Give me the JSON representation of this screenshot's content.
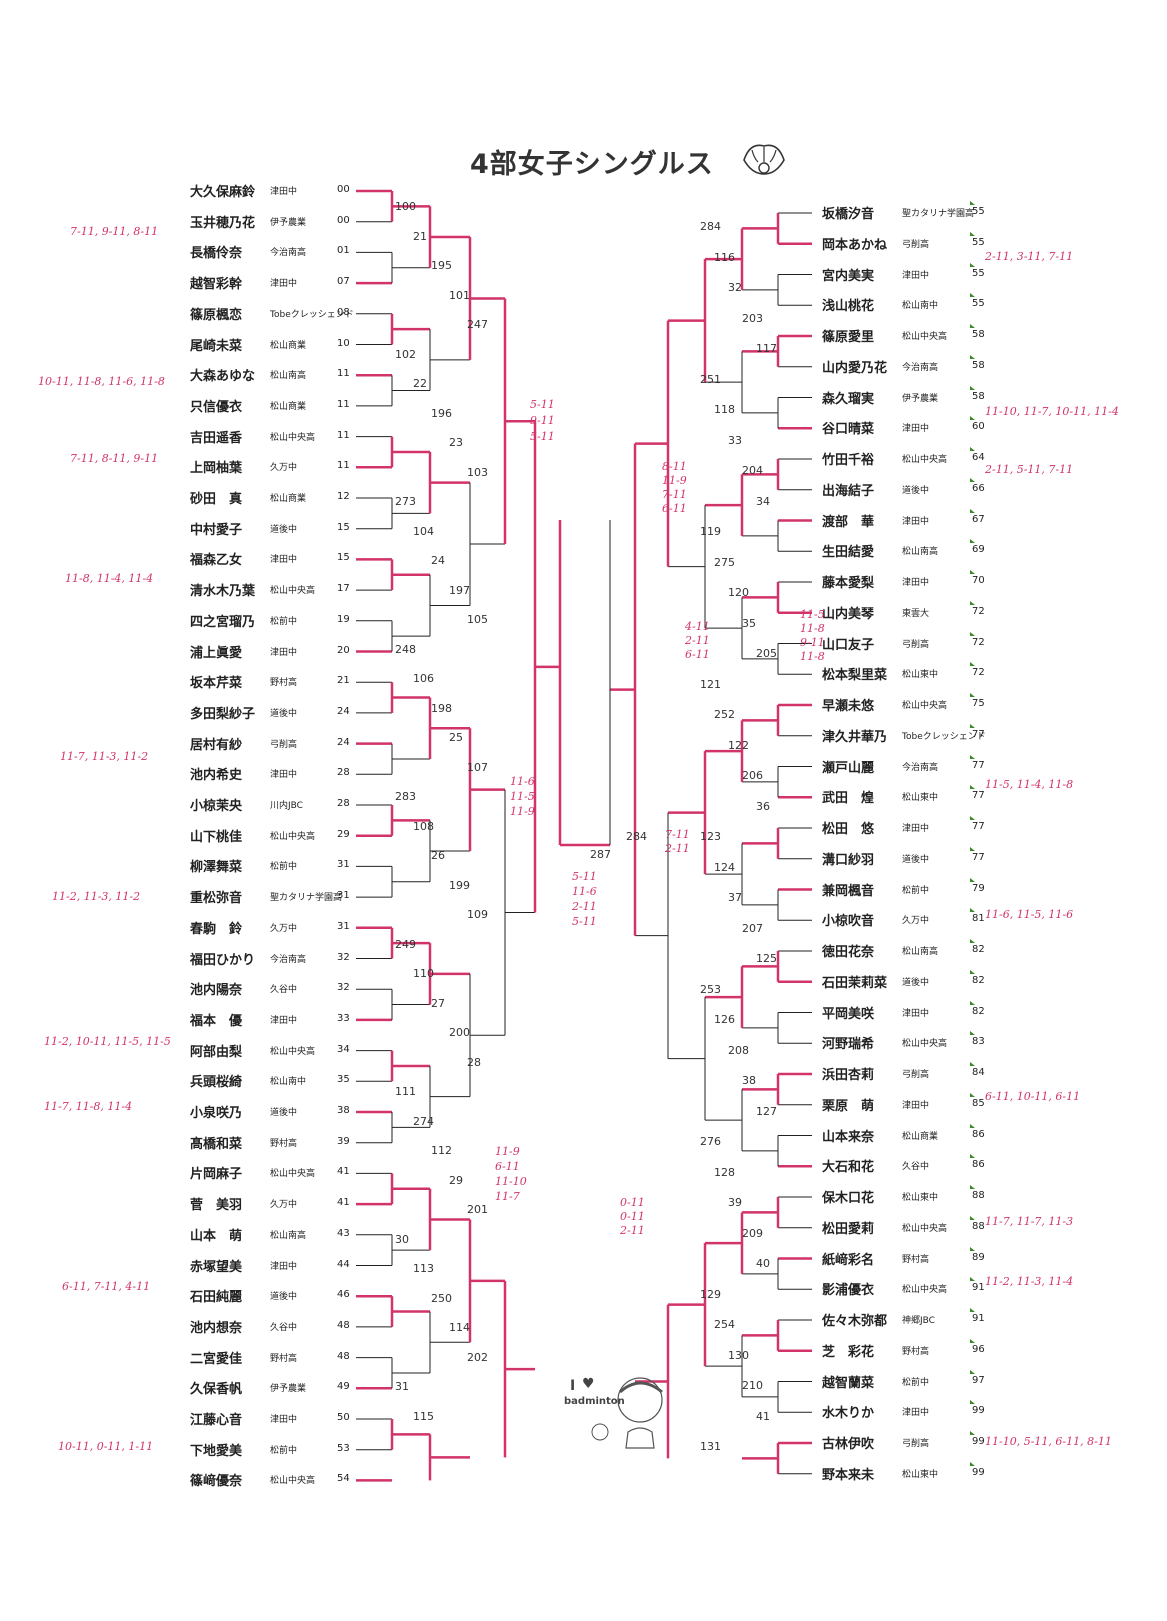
{
  "title": "4部女子シングルス",
  "doodle": {
    "text1": "I",
    "text2": "badminton"
  },
  "left": [
    {
      "name": "大久保麻鈴",
      "school": "津田中",
      "seed": "00"
    },
    {
      "name": "玉井穂乃花",
      "school": "伊予農業",
      "seed": "00"
    },
    {
      "name": "長橋伶奈",
      "school": "今治南高",
      "seed": "01"
    },
    {
      "name": "越智彩幹",
      "school": "津田中",
      "seed": "07"
    },
    {
      "name": "篠原楓恋",
      "school": "Tobeクレッシェンド",
      "seed": "08"
    },
    {
      "name": "尾崎未菜",
      "school": "松山商業",
      "seed": "10"
    },
    {
      "name": "大森あゆな",
      "school": "松山南高",
      "seed": "11"
    },
    {
      "name": "只信優衣",
      "school": "松山商業",
      "seed": "11"
    },
    {
      "name": "吉田遥香",
      "school": "松山中央高",
      "seed": "11"
    },
    {
      "name": "上岡柚葉",
      "school": "久万中",
      "seed": "11"
    },
    {
      "name": "砂田　真",
      "school": "松山商業",
      "seed": "12"
    },
    {
      "name": "中村愛子",
      "school": "道後中",
      "seed": "15"
    },
    {
      "name": "福森乙女",
      "school": "津田中",
      "seed": "15"
    },
    {
      "name": "清水木乃葉",
      "school": "松山中央高",
      "seed": "17"
    },
    {
      "name": "四之宮瑠乃",
      "school": "松前中",
      "seed": "19"
    },
    {
      "name": "浦上眞愛",
      "school": "津田中",
      "seed": "20"
    },
    {
      "name": "坂本芹菜",
      "school": "野村高",
      "seed": "21"
    },
    {
      "name": "多田梨紗子",
      "school": "道後中",
      "seed": "24"
    },
    {
      "name": "居村有紗",
      "school": "弓削高",
      "seed": "24"
    },
    {
      "name": "池内希史",
      "school": "津田中",
      "seed": "28"
    },
    {
      "name": "小椋茉央",
      "school": "川内JBC",
      "seed": "28"
    },
    {
      "name": "山下桃佳",
      "school": "松山中央高",
      "seed": "29"
    },
    {
      "name": "柳澤舞菜",
      "school": "松前中",
      "seed": "31"
    },
    {
      "name": "重松弥音",
      "school": "聖カタリナ学園高",
      "seed": "31"
    },
    {
      "name": "春駒　鈴",
      "school": "久万中",
      "seed": "31"
    },
    {
      "name": "福田ひかり",
      "school": "今治南高",
      "seed": "32"
    },
    {
      "name": "池内陽奈",
      "school": "久谷中",
      "seed": "32"
    },
    {
      "name": "福本　優",
      "school": "津田中",
      "seed": "33"
    },
    {
      "name": "阿部由梨",
      "school": "松山中央高",
      "seed": "34"
    },
    {
      "name": "兵頭桜綺",
      "school": "松山南中",
      "seed": "35"
    },
    {
      "name": "小泉咲乃",
      "school": "道後中",
      "seed": "38"
    },
    {
      "name": "髙橋和菜",
      "school": "野村高",
      "seed": "39"
    },
    {
      "name": "片岡麻子",
      "school": "松山中央高",
      "seed": "41"
    },
    {
      "name": "菅　美羽",
      "school": "久万中",
      "seed": "41"
    },
    {
      "name": "山本　萌",
      "school": "松山南高",
      "seed": "43"
    },
    {
      "name": "赤塚望美",
      "school": "津田中",
      "seed": "44"
    },
    {
      "name": "石田純麗",
      "school": "道後中",
      "seed": "46"
    },
    {
      "name": "池内想奈",
      "school": "久谷中",
      "seed": "48"
    },
    {
      "name": "二宮愛佳",
      "school": "野村高",
      "seed": "48"
    },
    {
      "name": "久保香帆",
      "school": "伊予農業",
      "seed": "49"
    },
    {
      "name": "江藤心音",
      "school": "津田中",
      "seed": "50"
    },
    {
      "name": "下地愛美",
      "school": "松前中",
      "seed": "53"
    },
    {
      "name": "篠﨑優奈",
      "school": "松山中央高",
      "seed": "54"
    }
  ],
  "right": [
    {
      "name": "坂橋汐音",
      "school": "聖カタリナ学園高",
      "seed": "55"
    },
    {
      "name": "岡本あかね",
      "school": "弓削高",
      "seed": "55"
    },
    {
      "name": "宮内美実",
      "school": "津田中",
      "seed": "55"
    },
    {
      "name": "浅山桃花",
      "school": "松山南中",
      "seed": "55"
    },
    {
      "name": "篠原愛里",
      "school": "松山中央高",
      "seed": "58"
    },
    {
      "name": "山内愛乃花",
      "school": "今治南高",
      "seed": "58"
    },
    {
      "name": "森久瑠実",
      "school": "伊予農業",
      "seed": "58"
    },
    {
      "name": "谷口晴菜",
      "school": "津田中",
      "seed": "60"
    },
    {
      "name": "竹田千裕",
      "school": "松山中央高",
      "seed": "64"
    },
    {
      "name": "出海結子",
      "school": "道後中",
      "seed": "66"
    },
    {
      "name": "渡部　華",
      "school": "津田中",
      "seed": "67"
    },
    {
      "name": "生田結愛",
      "school": "松山南高",
      "seed": "69"
    },
    {
      "name": "藤本愛梨",
      "school": "津田中",
      "seed": "70"
    },
    {
      "name": "山内美琴",
      "school": "東雲大",
      "seed": "72"
    },
    {
      "name": "山口友子",
      "school": "弓削高",
      "seed": "72"
    },
    {
      "name": "松本梨里菜",
      "school": "松山東中",
      "seed": "72"
    },
    {
      "name": "早瀬未悠",
      "school": "松山中央高",
      "seed": "75"
    },
    {
      "name": "津久井華乃",
      "school": "Tobeクレッシェンド",
      "seed": "77"
    },
    {
      "name": "瀬戸山麗",
      "school": "今治南高",
      "seed": "77"
    },
    {
      "name": "武田　煌",
      "school": "松山東中",
      "seed": "77"
    },
    {
      "name": "松田　悠",
      "school": "津田中",
      "seed": "77"
    },
    {
      "name": "溝口紗羽",
      "school": "道後中",
      "seed": "77"
    },
    {
      "name": "兼岡楓音",
      "school": "松前中",
      "seed": "79"
    },
    {
      "name": "小椋吹音",
      "school": "久万中",
      "seed": "81"
    },
    {
      "name": "徳田花奈",
      "school": "松山南高",
      "seed": "82"
    },
    {
      "name": "石田茉莉菜",
      "school": "道後中",
      "seed": "82"
    },
    {
      "name": "平岡美咲",
      "school": "津田中",
      "seed": "82"
    },
    {
      "name": "河野瑞希",
      "school": "松山中央高",
      "seed": "83"
    },
    {
      "name": "浜田杏莉",
      "school": "弓削高",
      "seed": "84"
    },
    {
      "name": "栗原　萌",
      "school": "津田中",
      "seed": "85"
    },
    {
      "name": "山本来奈",
      "school": "松山商業",
      "seed": "86"
    },
    {
      "name": "大石和花",
      "school": "久谷中",
      "seed": "86"
    },
    {
      "name": "保木口花",
      "school": "松山東中",
      "seed": "88"
    },
    {
      "name": "松田愛莉",
      "school": "松山中央高",
      "seed": "88"
    },
    {
      "name": "紙﨑彩名",
      "school": "野村高",
      "seed": "89"
    },
    {
      "name": "影浦優衣",
      "school": "松山中央高",
      "seed": "91"
    },
    {
      "name": "佐々木弥都",
      "school": "神郷JBC",
      "seed": "91"
    },
    {
      "name": "芝　彩花",
      "school": "野村高",
      "seed": "96"
    },
    {
      "name": "越智蘭菜",
      "school": "松前中",
      "seed": "97"
    },
    {
      "name": "水木りか",
      "school": "津田中",
      "seed": "99"
    },
    {
      "name": "古林伊吹",
      "school": "弓削高",
      "seed": "99"
    },
    {
      "name": "野本来未",
      "school": "松山東中",
      "seed": "99"
    }
  ],
  "handwritten": [
    {
      "text": "7-11, 9-11, 8-11"
    },
    {
      "text": "10-11, 11-8, 11-6, 11-8"
    },
    {
      "text": "7-11, 8-11, 9-11"
    },
    {
      "text": "11-8, 11-4, 11-4"
    },
    {
      "text": "11-7, 11-3, 11-2"
    },
    {
      "text": "11-2, 11-3, 11-2"
    },
    {
      "text": "11-2, 10-11, 11-5, 11-5"
    },
    {
      "text": "11-7, 11-8, 11-4"
    },
    {
      "text": "6-11, 7-11, 4-11"
    },
    {
      "text": "10-11, 0-11, 1-11"
    },
    {
      "text": "2-11, 3-11, 7-11"
    },
    {
      "text": "11-10, 11-7, 10-11, 11-4"
    },
    {
      "text": "2-11, 5-11, 7-11"
    },
    {
      "text": "11-5, 11-4, 11-8"
    },
    {
      "text": "11-6, 11-5, 11-6"
    },
    {
      "text": "6-11, 10-11, 6-11"
    },
    {
      "text": "11-7, 11-7, 11-3"
    },
    {
      "text": "11-2, 11-3, 11-4"
    },
    {
      "text": "11-10, 5-11, 6-11, 8-11"
    },
    {
      "text": "5-11"
    },
    {
      "text": "9-11"
    },
    {
      "text": "5-11"
    },
    {
      "text": "11-6"
    },
    {
      "text": "11-5"
    },
    {
      "text": "11-9"
    },
    {
      "text": "11-9"
    },
    {
      "text": "6-11"
    },
    {
      "text": "11-10"
    },
    {
      "text": "11-7"
    },
    {
      "text": "0-11"
    },
    {
      "text": "0-11"
    },
    {
      "text": "2-11"
    },
    {
      "text": "5-11"
    },
    {
      "text": "11-6"
    },
    {
      "text": "2-11"
    },
    {
      "text": "5-11"
    },
    {
      "text": "7-11"
    },
    {
      "text": "2-11"
    },
    {
      "text": "8-11"
    },
    {
      "text": "11-9"
    },
    {
      "text": "7-11"
    },
    {
      "text": "6-11"
    },
    {
      "text": "4-11"
    },
    {
      "text": "2-11"
    },
    {
      "text": "6-11"
    },
    {
      "text": "11-5"
    },
    {
      "text": "11-8"
    },
    {
      "text": "9-11"
    },
    {
      "text": "11-8"
    }
  ],
  "matches": [
    {
      "no": "100"
    },
    {
      "no": "21"
    },
    {
      "no": "195"
    },
    {
      "no": "101"
    },
    {
      "no": "247"
    },
    {
      "no": "102"
    },
    {
      "no": "22"
    },
    {
      "no": "196"
    },
    {
      "no": "23"
    },
    {
      "no": "103"
    },
    {
      "no": "273"
    },
    {
      "no": "104"
    },
    {
      "no": "24"
    },
    {
      "no": "197"
    },
    {
      "no": "105"
    },
    {
      "no": "248"
    },
    {
      "no": "106"
    },
    {
      "no": "198"
    },
    {
      "no": "25"
    },
    {
      "no": "107"
    },
    {
      "no": "283"
    },
    {
      "no": "108"
    },
    {
      "no": "26"
    },
    {
      "no": "199"
    },
    {
      "no": "109"
    },
    {
      "no": "249"
    },
    {
      "no": "110"
    },
    {
      "no": "27"
    },
    {
      "no": "200"
    },
    {
      "no": "28"
    },
    {
      "no": "111"
    },
    {
      "no": "274"
    },
    {
      "no": "112"
    },
    {
      "no": "29"
    },
    {
      "no": "201"
    },
    {
      "no": "30"
    },
    {
      "no": "113"
    },
    {
      "no": "250"
    },
    {
      "no": "114"
    },
    {
      "no": "202"
    },
    {
      "no": "31"
    },
    {
      "no": "115"
    },
    {
      "no": "287"
    },
    {
      "no": "284"
    },
    {
      "no": "116"
    },
    {
      "no": "32"
    },
    {
      "no": "203"
    },
    {
      "no": "117"
    },
    {
      "no": "251"
    },
    {
      "no": "118"
    },
    {
      "no": "33"
    },
    {
      "no": "204"
    },
    {
      "no": "34"
    },
    {
      "no": "119"
    },
    {
      "no": "275"
    },
    {
      "no": "120"
    },
    {
      "no": "35"
    },
    {
      "no": "205"
    },
    {
      "no": "121"
    },
    {
      "no": "252"
    },
    {
      "no": "122"
    },
    {
      "no": "206"
    },
    {
      "no": "36"
    },
    {
      "no": "123"
    },
    {
      "no": "124"
    },
    {
      "no": "37"
    },
    {
      "no": "207"
    },
    {
      "no": "125"
    },
    {
      "no": "253"
    },
    {
      "no": "126"
    },
    {
      "no": "208"
    },
    {
      "no": "38"
    },
    {
      "no": "127"
    },
    {
      "no": "276"
    },
    {
      "no": "128"
    },
    {
      "no": "39"
    },
    {
      "no": "209"
    },
    {
      "no": "40"
    },
    {
      "no": "129"
    },
    {
      "no": "254"
    },
    {
      "no": "130"
    },
    {
      "no": "210"
    },
    {
      "no": "41"
    },
    {
      "no": "131"
    }
  ],
  "colors": {
    "ink": "#222222",
    "red": "#d2336a",
    "mark": "#3a8a2a"
  }
}
